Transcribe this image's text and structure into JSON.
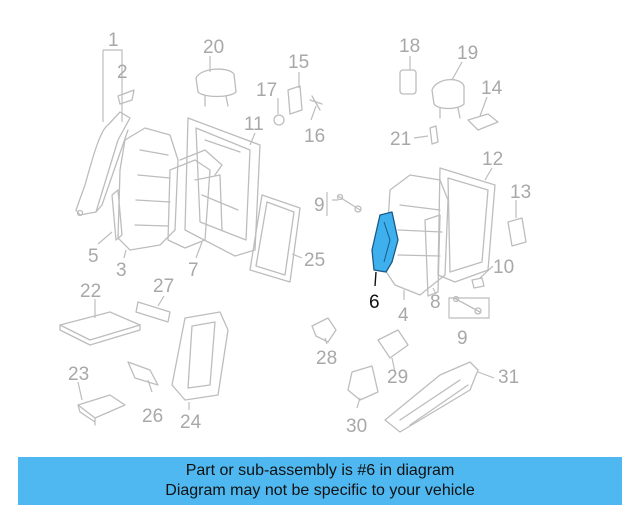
{
  "diagram": {
    "callouts": [
      "1",
      "2",
      "3",
      "4",
      "5",
      "6",
      "7",
      "8",
      "9",
      "9",
      "10",
      "11",
      "12",
      "13",
      "14",
      "15",
      "16",
      "17",
      "18",
      "19",
      "20",
      "21",
      "22",
      "23",
      "24",
      "25",
      "26",
      "27",
      "28",
      "29",
      "30",
      "31"
    ],
    "highlighted_part": "6",
    "highlight_color": "#3fb0ee"
  },
  "banner": {
    "line1": "Part or sub-assembly is #6 in diagram",
    "line2": "Diagram may not be specific to your vehicle",
    "background": "#4fb8f0"
  }
}
